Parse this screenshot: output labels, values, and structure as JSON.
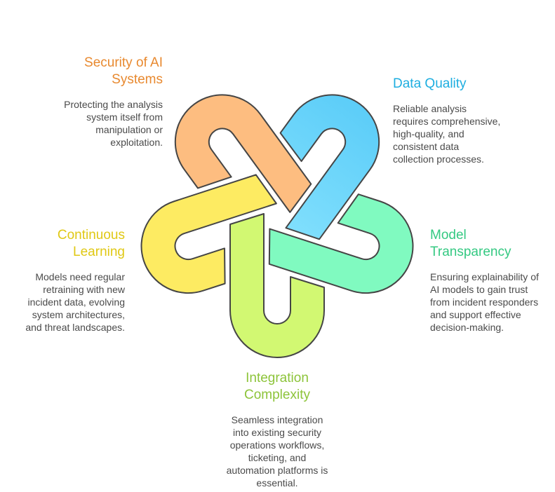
{
  "colors": {
    "stroke": "#454545",
    "security": "#fdbd80",
    "data_quality_top": "#80dffd",
    "data_quality_bottom": "#5ccdf8",
    "transparency": "#80fac0",
    "integration": "#d2f872",
    "learning": "#fdeb62",
    "security_title": "#e8892f",
    "data_quality_title": "#1eaee0",
    "transparency_title": "#34c982",
    "integration_title": "#8dc43a",
    "learning_title": "#e0c814"
  },
  "items": [
    {
      "key": "security",
      "title": [
        "Security of AI",
        "Systems"
      ],
      "desc": [
        "Protecting the analysis",
        "system itself from",
        "manipulation or",
        "exploitation."
      ]
    },
    {
      "key": "data_quality",
      "title": [
        "Data Quality"
      ],
      "desc": [
        "Reliable analysis",
        "requires comprehensive,",
        "high-quality, and",
        "consistent data",
        "collection processes."
      ]
    },
    {
      "key": "transparency",
      "title": [
        "Model",
        "Transparency"
      ],
      "desc": [
        "Ensuring explainability of",
        "AI models to gain trust",
        "from incident responders",
        "and support effective",
        "decision-making."
      ]
    },
    {
      "key": "learning",
      "title": [
        "Continuous",
        "Learning"
      ],
      "desc": [
        "Models need regular",
        "retraining with new",
        "incident data, evolving",
        "system architectures,",
        "and threat landscapes."
      ]
    },
    {
      "key": "integration",
      "title": [
        "Integration",
        "Complexity"
      ],
      "desc": [
        "Seamless integration",
        "into existing security",
        "operations workflows,",
        "ticketing, and",
        "automation platforms is",
        "essential."
      ]
    }
  ]
}
